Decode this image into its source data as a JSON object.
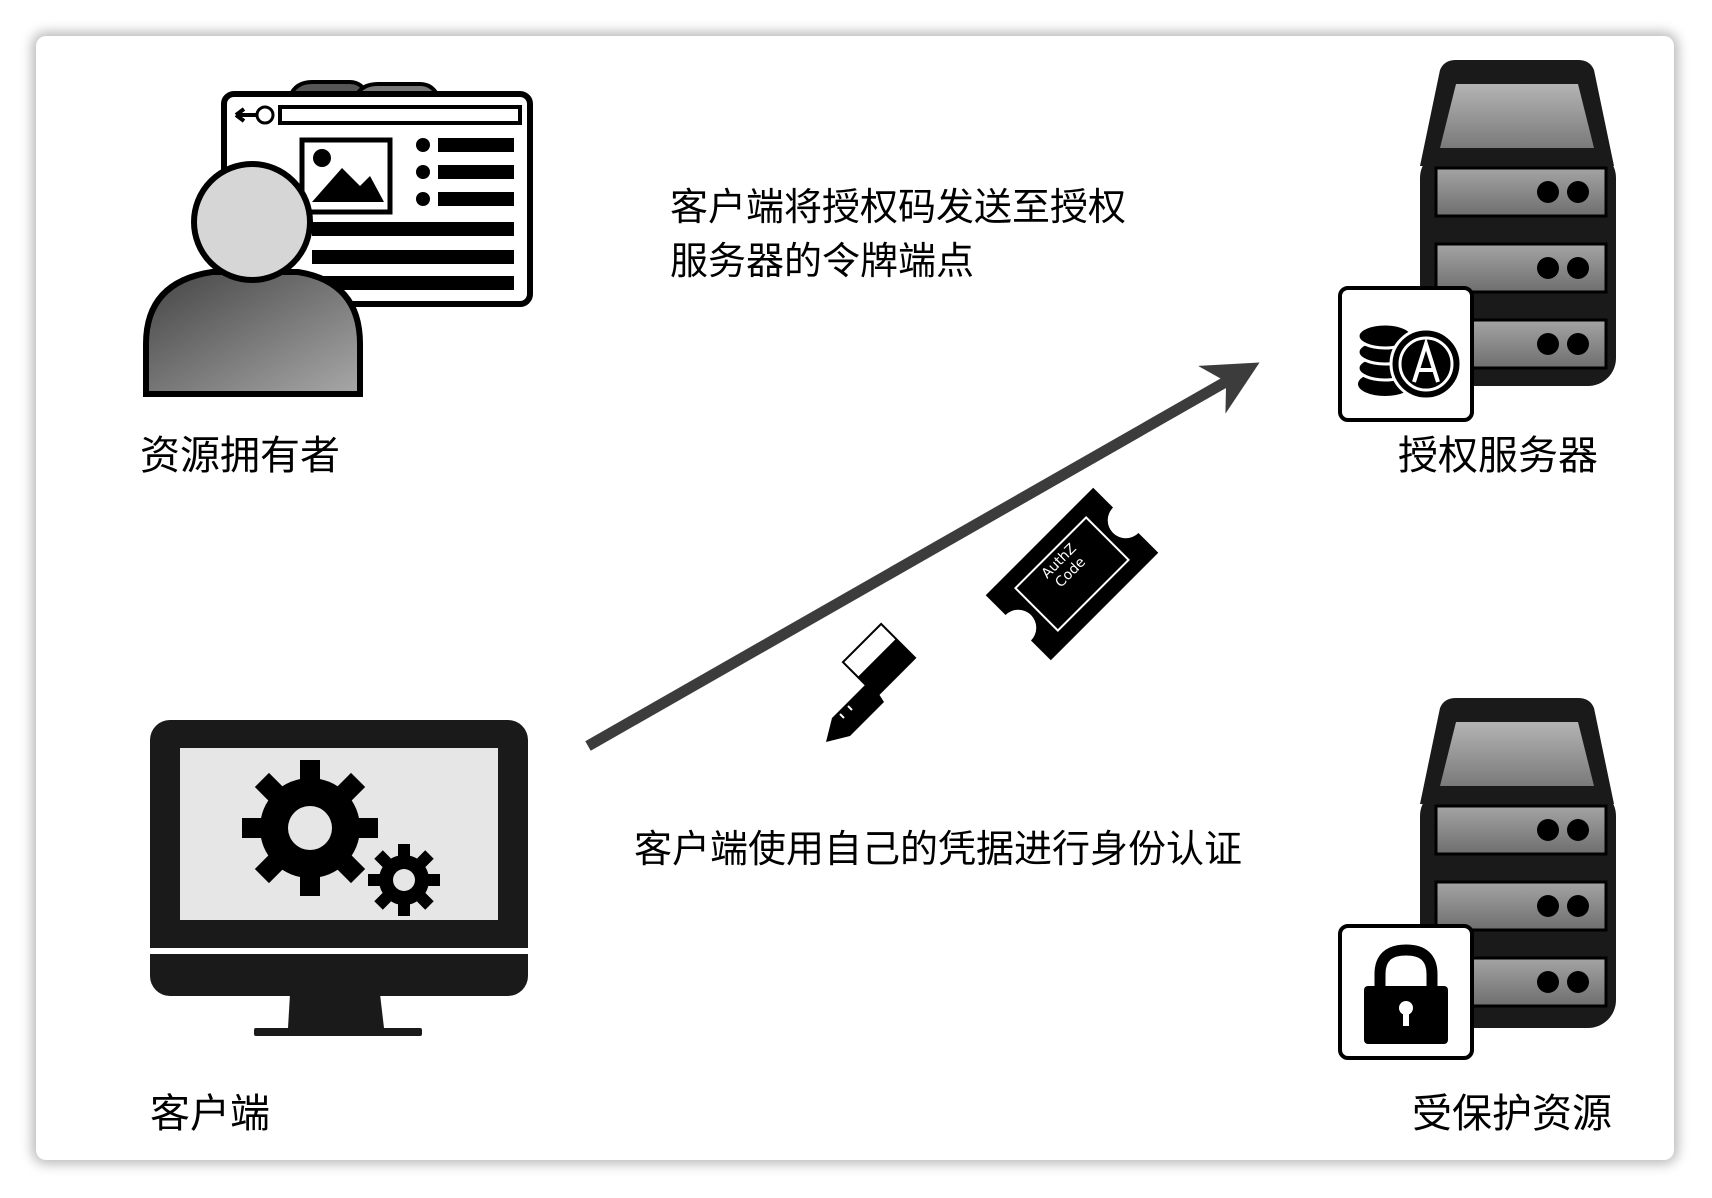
{
  "nodes": {
    "resource_owner": "资源拥有者",
    "auth_server": "授权服务器",
    "client": "客户端",
    "protected_resource": "受保护资源"
  },
  "messages": {
    "token_request_line1": "客户端将授权码发送至授权",
    "token_request_line2": "服务器的令牌端点",
    "client_auth": "客户端使用自己的凭据进行身份认证"
  },
  "ticket": {
    "line1": "AuthZ",
    "line2": "Code"
  },
  "colors": {
    "frame_fill": "#1a1a1a",
    "arrow": "#3c3c3c",
    "screen": "#e6e6e6",
    "drive_fill": "#888888",
    "avatar_head": "#d6d6d6"
  }
}
